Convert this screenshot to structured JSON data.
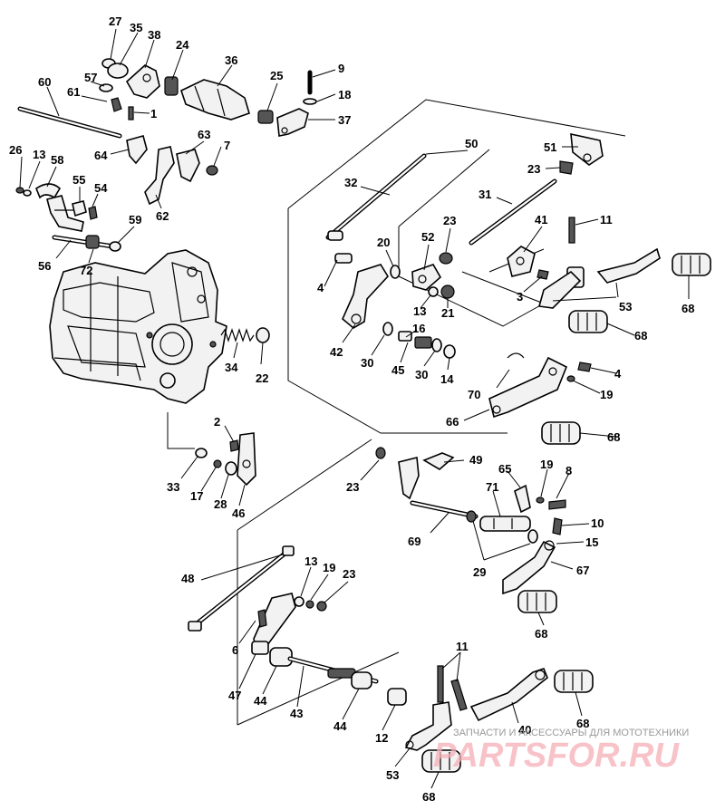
{
  "watermark": {
    "caption": "ЗАПЧАСТИ И АКСЕССУАРЫ ДЛЯ МОТОТЕХНИКИ",
    "logo": "PARTSFOR.RU"
  },
  "callouts": {
    "c27": "27",
    "c35": "35",
    "c38": "38",
    "c24": "24",
    "c36": "36",
    "c60": "60",
    "c57": "57",
    "c61": "61",
    "c1": "1",
    "c25": "25",
    "c9": "9",
    "c18": "18",
    "c37": "37",
    "c26": "26",
    "c13a": "13",
    "c58": "58",
    "c64": "64",
    "c63": "63",
    "c7": "7",
    "c62": "62",
    "c55": "55",
    "c54": "54",
    "c59": "59",
    "c56": "56",
    "c72": "72",
    "c50": "50",
    "c51": "51",
    "c23a": "23",
    "c32": "32",
    "c31": "31",
    "c41": "41",
    "c11a": "11",
    "c20": "20",
    "c23b": "23",
    "c52": "52",
    "c4a": "4",
    "c13b": "13",
    "c21": "21",
    "c3": "3",
    "c53a": "53",
    "c68a": "68",
    "c68b": "68",
    "c42": "42",
    "c30a": "30",
    "c16": "16",
    "c45": "45",
    "c30b": "30",
    "c14": "14",
    "c34": "34",
    "c22": "22",
    "c70": "70",
    "c4b": "4",
    "c19a": "19",
    "c66": "66",
    "c68c": "68",
    "c2": "2",
    "c33": "33",
    "c17": "17",
    "c28": "28",
    "c46": "46",
    "c23c": "23",
    "c49": "49",
    "c65": "65",
    "c19b": "19",
    "c8": "8",
    "c71": "71",
    "c69": "69",
    "c10": "10",
    "c15": "15",
    "c29": "29",
    "c67": "67",
    "c68d": "68",
    "c48": "48",
    "c13c": "13",
    "c19c": "19",
    "c23d": "23",
    "c6": "6",
    "c11b": "11",
    "c47": "47",
    "c44a": "44",
    "c43": "43",
    "c44b": "44",
    "c12": "12",
    "c40": "40",
    "c68e": "68",
    "c53b": "53",
    "c68f": "68"
  }
}
